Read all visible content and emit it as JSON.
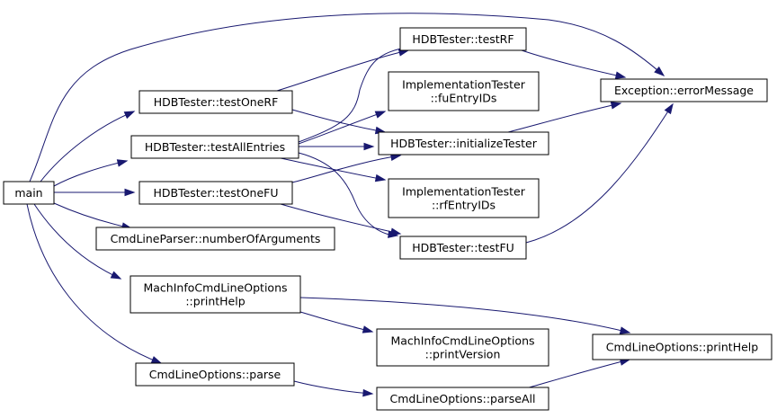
{
  "graph": {
    "nodes": {
      "main": {
        "lines": [
          "main"
        ],
        "color": "#000000",
        "fill": "#bfbfbf"
      },
      "testOneRF": {
        "lines": [
          "HDBTester::testOneRF"
        ],
        "color": "#000000"
      },
      "testAllEntries": {
        "lines": [
          "HDBTester::testAllEntries"
        ],
        "color": "#000000"
      },
      "testOneFU": {
        "lines": [
          "HDBTester::testOneFU"
        ],
        "color": "#000000"
      },
      "numberOfArguments": {
        "lines": [
          "CmdLineParser::numberOfArguments"
        ],
        "color": "#000000"
      },
      "machPrintHelp": {
        "lines": [
          "MachInfoCmdLineOptions",
          "::printHelp"
        ],
        "color": "#000000"
      },
      "parse": {
        "lines": [
          "CmdLineOptions::parse"
        ],
        "color": "#000000"
      },
      "testRF": {
        "lines": [
          "HDBTester::testRF"
        ],
        "color": "#ff0000"
      },
      "fuEntryIDs": {
        "lines": [
          "ImplementationTester",
          "::fuEntryIDs"
        ],
        "color": "#ff0000"
      },
      "initializeTester": {
        "lines": [
          "HDBTester::initializeTester"
        ],
        "color": "#000000"
      },
      "rfEntryIDs": {
        "lines": [
          "ImplementationTester",
          "::rfEntryIDs"
        ],
        "color": "#ff0000"
      },
      "testFU": {
        "lines": [
          "HDBTester::testFU"
        ],
        "color": "#ff0000"
      },
      "printVersion": {
        "lines": [
          "MachInfoCmdLineOptions",
          "::printVersion"
        ],
        "color": "#ff0000"
      },
      "parseAll": {
        "lines": [
          "CmdLineOptions::parseAll"
        ],
        "color": "#ff0000"
      },
      "errorMessage": {
        "lines": [
          "Exception::errorMessage"
        ],
        "color": "#000000"
      },
      "printHelp": {
        "lines": [
          "CmdLineOptions::printHelp"
        ],
        "color": "#ff0000"
      }
    },
    "edges": [
      [
        "main",
        "errorMessage"
      ],
      [
        "main",
        "testOneRF"
      ],
      [
        "main",
        "testAllEntries"
      ],
      [
        "main",
        "testOneFU"
      ],
      [
        "main",
        "numberOfArguments"
      ],
      [
        "main",
        "machPrintHelp"
      ],
      [
        "main",
        "parse"
      ],
      [
        "testOneRF",
        "testRF"
      ],
      [
        "testOneRF",
        "initializeTester"
      ],
      [
        "testAllEntries",
        "testRF"
      ],
      [
        "testAllEntries",
        "fuEntryIDs"
      ],
      [
        "testAllEntries",
        "initializeTester"
      ],
      [
        "testAllEntries",
        "rfEntryIDs"
      ],
      [
        "testAllEntries",
        "testFU"
      ],
      [
        "testOneFU",
        "initializeTester"
      ],
      [
        "testOneFU",
        "testFU"
      ],
      [
        "testRF",
        "errorMessage"
      ],
      [
        "initializeTester",
        "errorMessage"
      ],
      [
        "testFU",
        "errorMessage"
      ],
      [
        "machPrintHelp",
        "printHelp"
      ],
      [
        "machPrintHelp",
        "printVersion"
      ],
      [
        "parse",
        "parseAll"
      ],
      [
        "parseAll",
        "printHelp"
      ]
    ]
  }
}
